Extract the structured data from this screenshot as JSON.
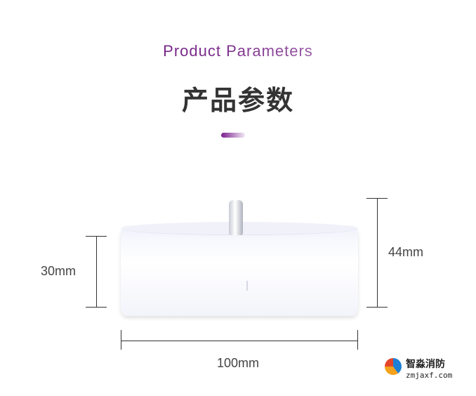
{
  "header": {
    "subtitle_en": "Product Parameters",
    "title_cn": "产品参数"
  },
  "dimensions": {
    "height_left": "30mm",
    "height_right": "44mm",
    "width": "100mm"
  },
  "watermark": {
    "brand_cn": "智淼消防",
    "domain": "zmjaxf.com"
  },
  "colors": {
    "accent": "#7a1f8e",
    "title": "#333333"
  }
}
